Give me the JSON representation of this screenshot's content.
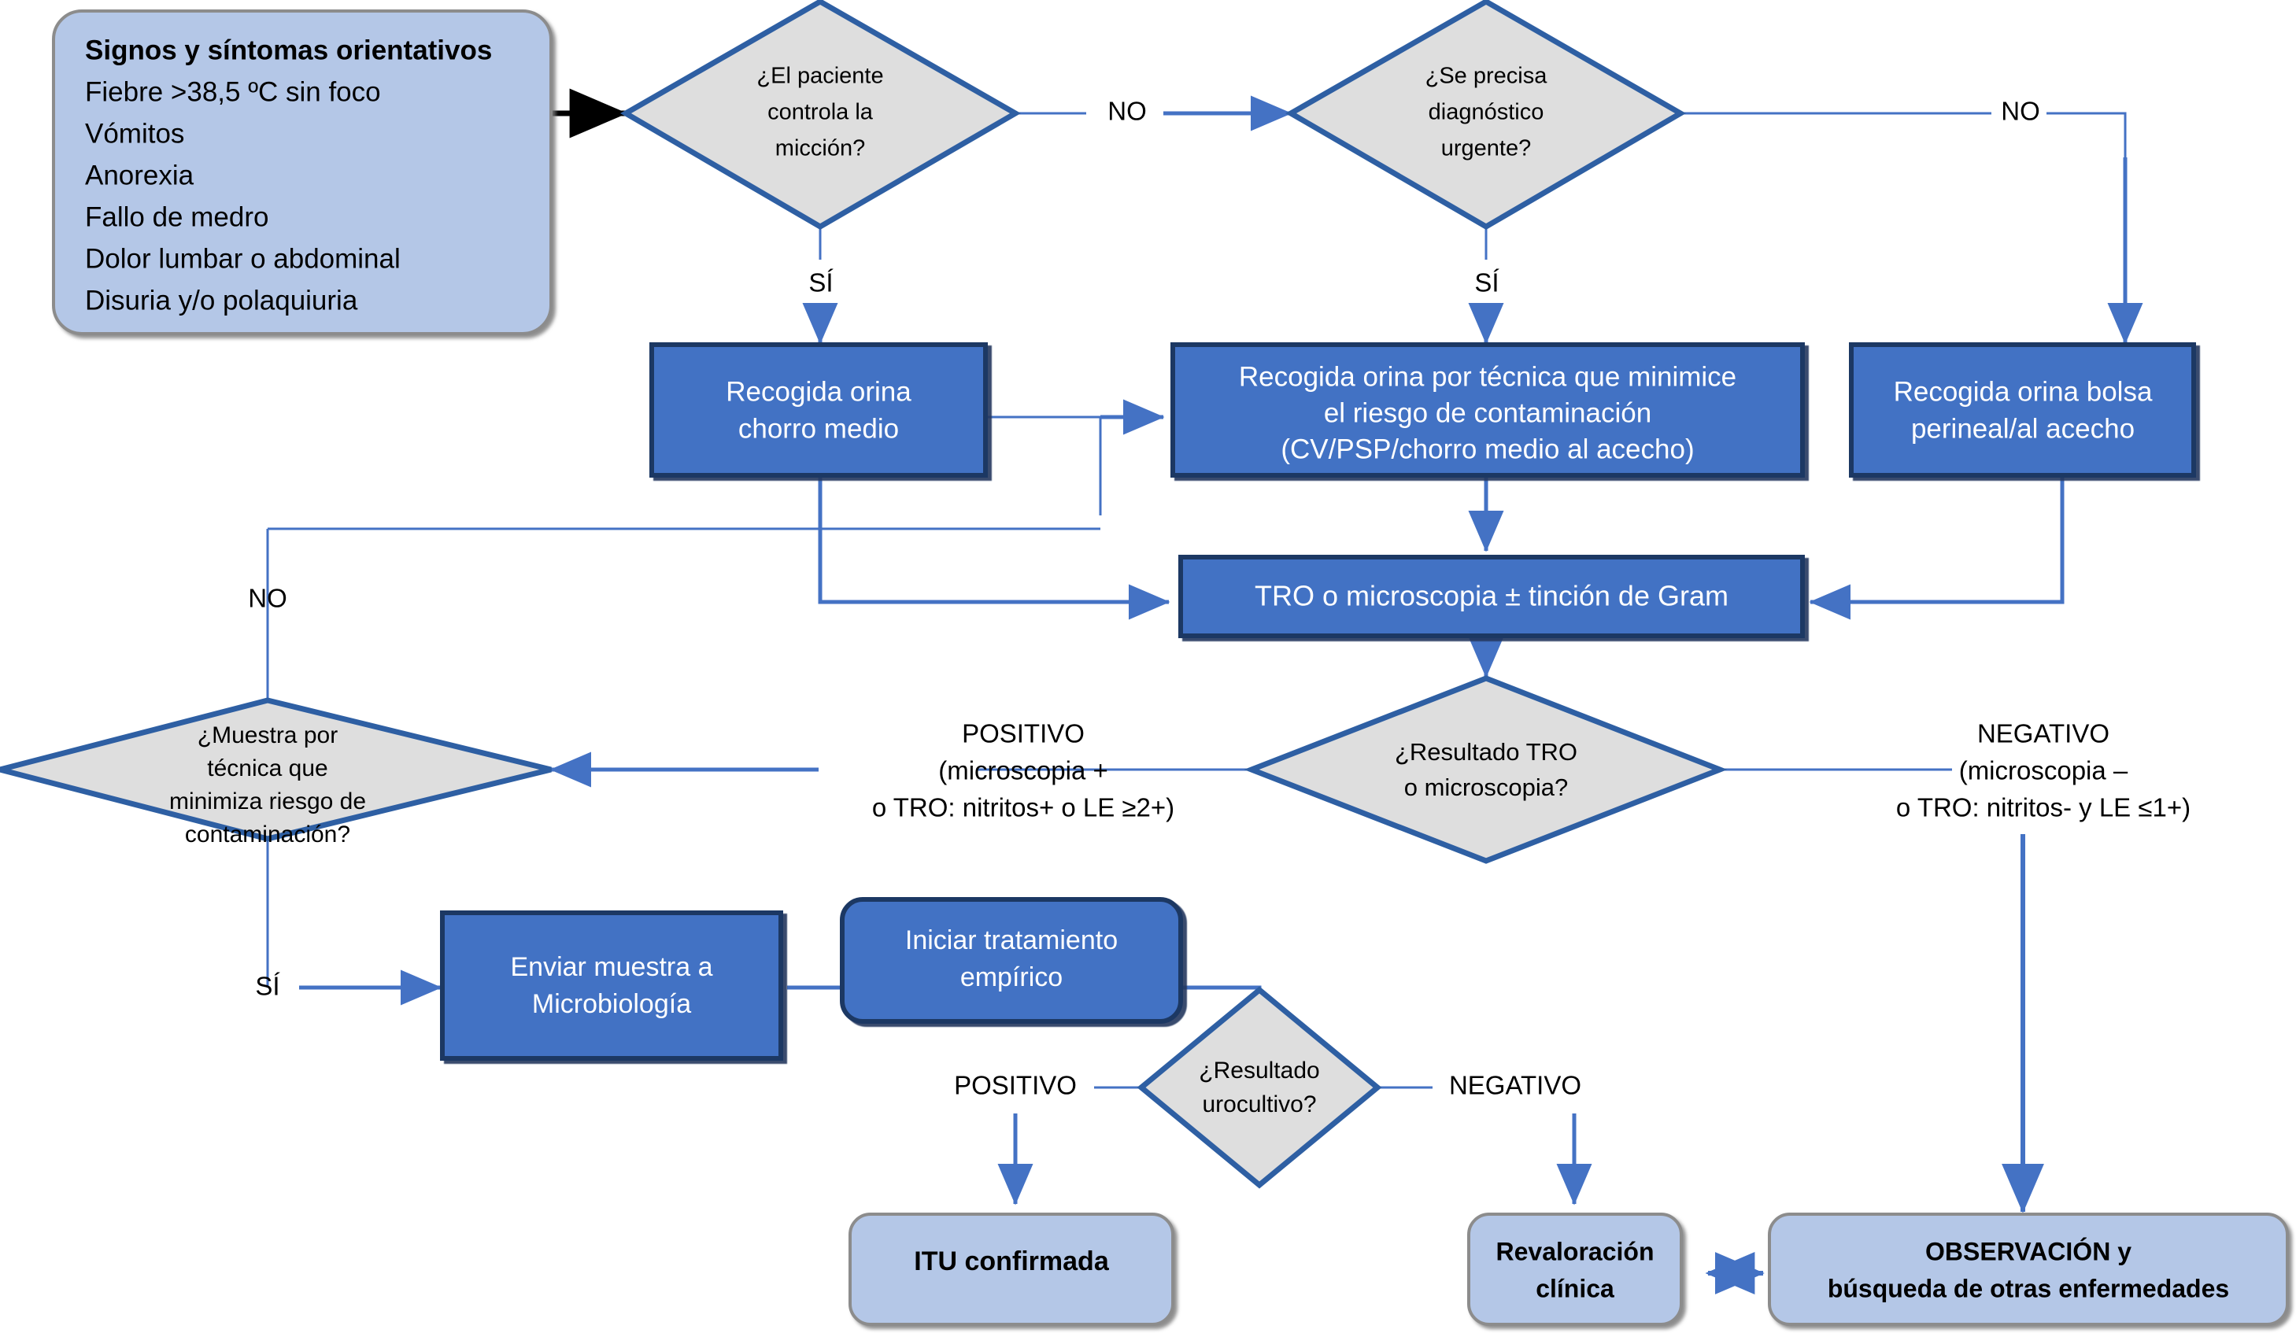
{
  "diagram": {
    "title": "Algoritmo diagnostico de infeccion del tracto urinario",
    "colors": {
      "process_fill": "#4272C4",
      "process_stroke": "#1F3864",
      "terminal_fill": "#B4C7E7",
      "terminal_stroke": "#808080",
      "decision_fill": "#DEDEDE",
      "decision_stroke": "#2E5FA3",
      "connector": "#4472C4",
      "connector_thin": "#4472C4",
      "text_dark": "#000000",
      "text_light": "#FFFFFF"
    },
    "nodes": {
      "symptoms": {
        "type": "terminal-rounded",
        "heading": "Signos y síntomas orientativos",
        "lines": [
          "Fiebre >38,5 ºC sin foco",
          "Vómitos",
          "Anorexia",
          "Fallo de medro",
          "Dolor lumbar o abdominal",
          "Disuria y/o polaquiuria"
        ]
      },
      "d_miccion": {
        "type": "decision",
        "lines": [
          "¿El paciente",
          "controla la",
          "micción?"
        ]
      },
      "d_urgente": {
        "type": "decision",
        "lines": [
          "¿Se precisa",
          "diagnóstico",
          "urgente?"
        ]
      },
      "p_chorro": {
        "type": "process",
        "lines": [
          "Recogida orina",
          "chorro medio"
        ]
      },
      "p_tecnica": {
        "type": "process",
        "lines": [
          "Recogida orina por técnica que minimice",
          "el riesgo de contaminación",
          "(CV/PSP/chorro medio al acecho)"
        ]
      },
      "p_bolsa": {
        "type": "process",
        "lines": [
          "Recogida orina bolsa",
          "perineal/al acecho"
        ]
      },
      "p_tro": {
        "type": "process",
        "lines": [
          "TRO o microscopia ± tinción de Gram"
        ]
      },
      "d_resultado_tro": {
        "type": "decision",
        "lines": [
          "¿Resultado TRO",
          "o microscopia?"
        ]
      },
      "d_muestra": {
        "type": "decision",
        "lines": [
          "¿Muestra por",
          "técnica que",
          "minimiza riesgo de",
          "contaminación?"
        ]
      },
      "p_enviar": {
        "type": "process",
        "lines": [
          "Enviar muestra a",
          "Microbiología"
        ]
      },
      "p_tratamiento": {
        "type": "process-rounded",
        "lines": [
          "Iniciar tratamiento",
          "empírico"
        ]
      },
      "d_urocultivo": {
        "type": "decision",
        "lines": [
          "¿Resultado",
          "urocultivo?"
        ]
      },
      "t_itu": {
        "type": "terminal-rounded",
        "lines": [
          "ITU confirmada"
        ]
      },
      "t_revaloracion": {
        "type": "terminal-rounded",
        "lines": [
          "Revaloración",
          "clínica"
        ]
      },
      "t_observacion": {
        "type": "terminal-rounded",
        "lines": [
          "OBSERVACIÓN y",
          "búsqueda de otras enfermedades"
        ]
      }
    },
    "edge_labels": {
      "no_miccion": "NO",
      "si_miccion": "SÍ",
      "no_urgente": "NO",
      "si_urgente": "SÍ",
      "no_muestra": "NO",
      "si_muestra": "SÍ",
      "positivo_tro_l1": "POSITIVO",
      "positivo_tro_l2": "(microscopia +",
      "positivo_tro_l3": "o TRO: nitritos+ o LE ≥2+)",
      "negativo_tro_l1": "NEGATIVO",
      "negativo_tro_l2": "(microscopia –",
      "negativo_tro_l3": "o TRO: nitritos- y LE ≤1+)",
      "positivo_urocultivo": "POSITIVO",
      "negativo_urocultivo": "NEGATIVO"
    }
  }
}
